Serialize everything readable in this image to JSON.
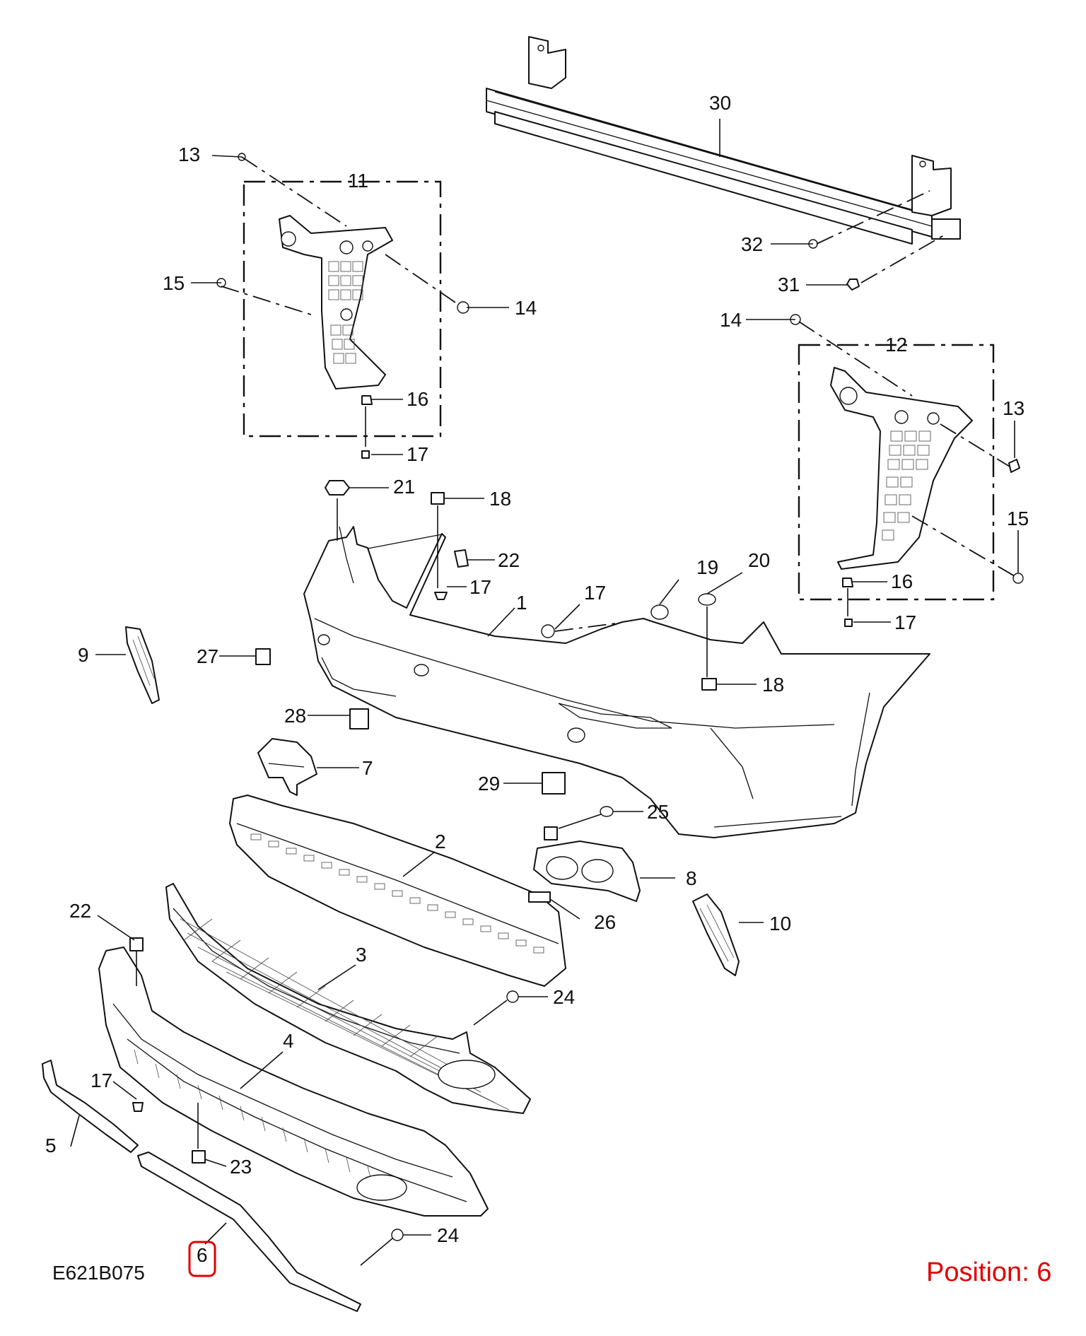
{
  "diagram_code": "E621B075",
  "position_label": "Position: 6",
  "highlight_color": "#e00000",
  "callouts": [
    {
      "id": "c30",
      "label": "30"
    },
    {
      "id": "c13a",
      "label": "13"
    },
    {
      "id": "c11",
      "label": "11"
    },
    {
      "id": "c15a",
      "label": "15"
    },
    {
      "id": "c14a",
      "label": "14"
    },
    {
      "id": "c32",
      "label": "32"
    },
    {
      "id": "c31",
      "label": "31"
    },
    {
      "id": "c14b",
      "label": "14"
    },
    {
      "id": "c12",
      "label": "12"
    },
    {
      "id": "c13b",
      "label": "13"
    },
    {
      "id": "c16a",
      "label": "16"
    },
    {
      "id": "c17a",
      "label": "17"
    },
    {
      "id": "c15b",
      "label": "15"
    },
    {
      "id": "c21",
      "label": "21"
    },
    {
      "id": "c18a",
      "label": "18"
    },
    {
      "id": "c22a",
      "label": "22"
    },
    {
      "id": "c17b",
      "label": "17"
    },
    {
      "id": "c16b",
      "label": "16"
    },
    {
      "id": "c19",
      "label": "19"
    },
    {
      "id": "c20",
      "label": "20"
    },
    {
      "id": "c17c",
      "label": "17"
    },
    {
      "id": "c1",
      "label": "1"
    },
    {
      "id": "c17d",
      "label": "17"
    },
    {
      "id": "c9",
      "label": "9"
    },
    {
      "id": "c27",
      "label": "27"
    },
    {
      "id": "c18b",
      "label": "18"
    },
    {
      "id": "c28",
      "label": "28"
    },
    {
      "id": "c7",
      "label": "7"
    },
    {
      "id": "c29",
      "label": "29"
    },
    {
      "id": "c25",
      "label": "25"
    },
    {
      "id": "c2",
      "label": "2"
    },
    {
      "id": "c8",
      "label": "8"
    },
    {
      "id": "c26",
      "label": "26"
    },
    {
      "id": "c10",
      "label": "10"
    },
    {
      "id": "c22b",
      "label": "22"
    },
    {
      "id": "c3",
      "label": "3"
    },
    {
      "id": "c24a",
      "label": "24"
    },
    {
      "id": "c4",
      "label": "4"
    },
    {
      "id": "c17e",
      "label": "17"
    },
    {
      "id": "c5",
      "label": "5"
    },
    {
      "id": "c23",
      "label": "23"
    },
    {
      "id": "c24b",
      "label": "24"
    },
    {
      "id": "c6",
      "label": "6"
    }
  ]
}
